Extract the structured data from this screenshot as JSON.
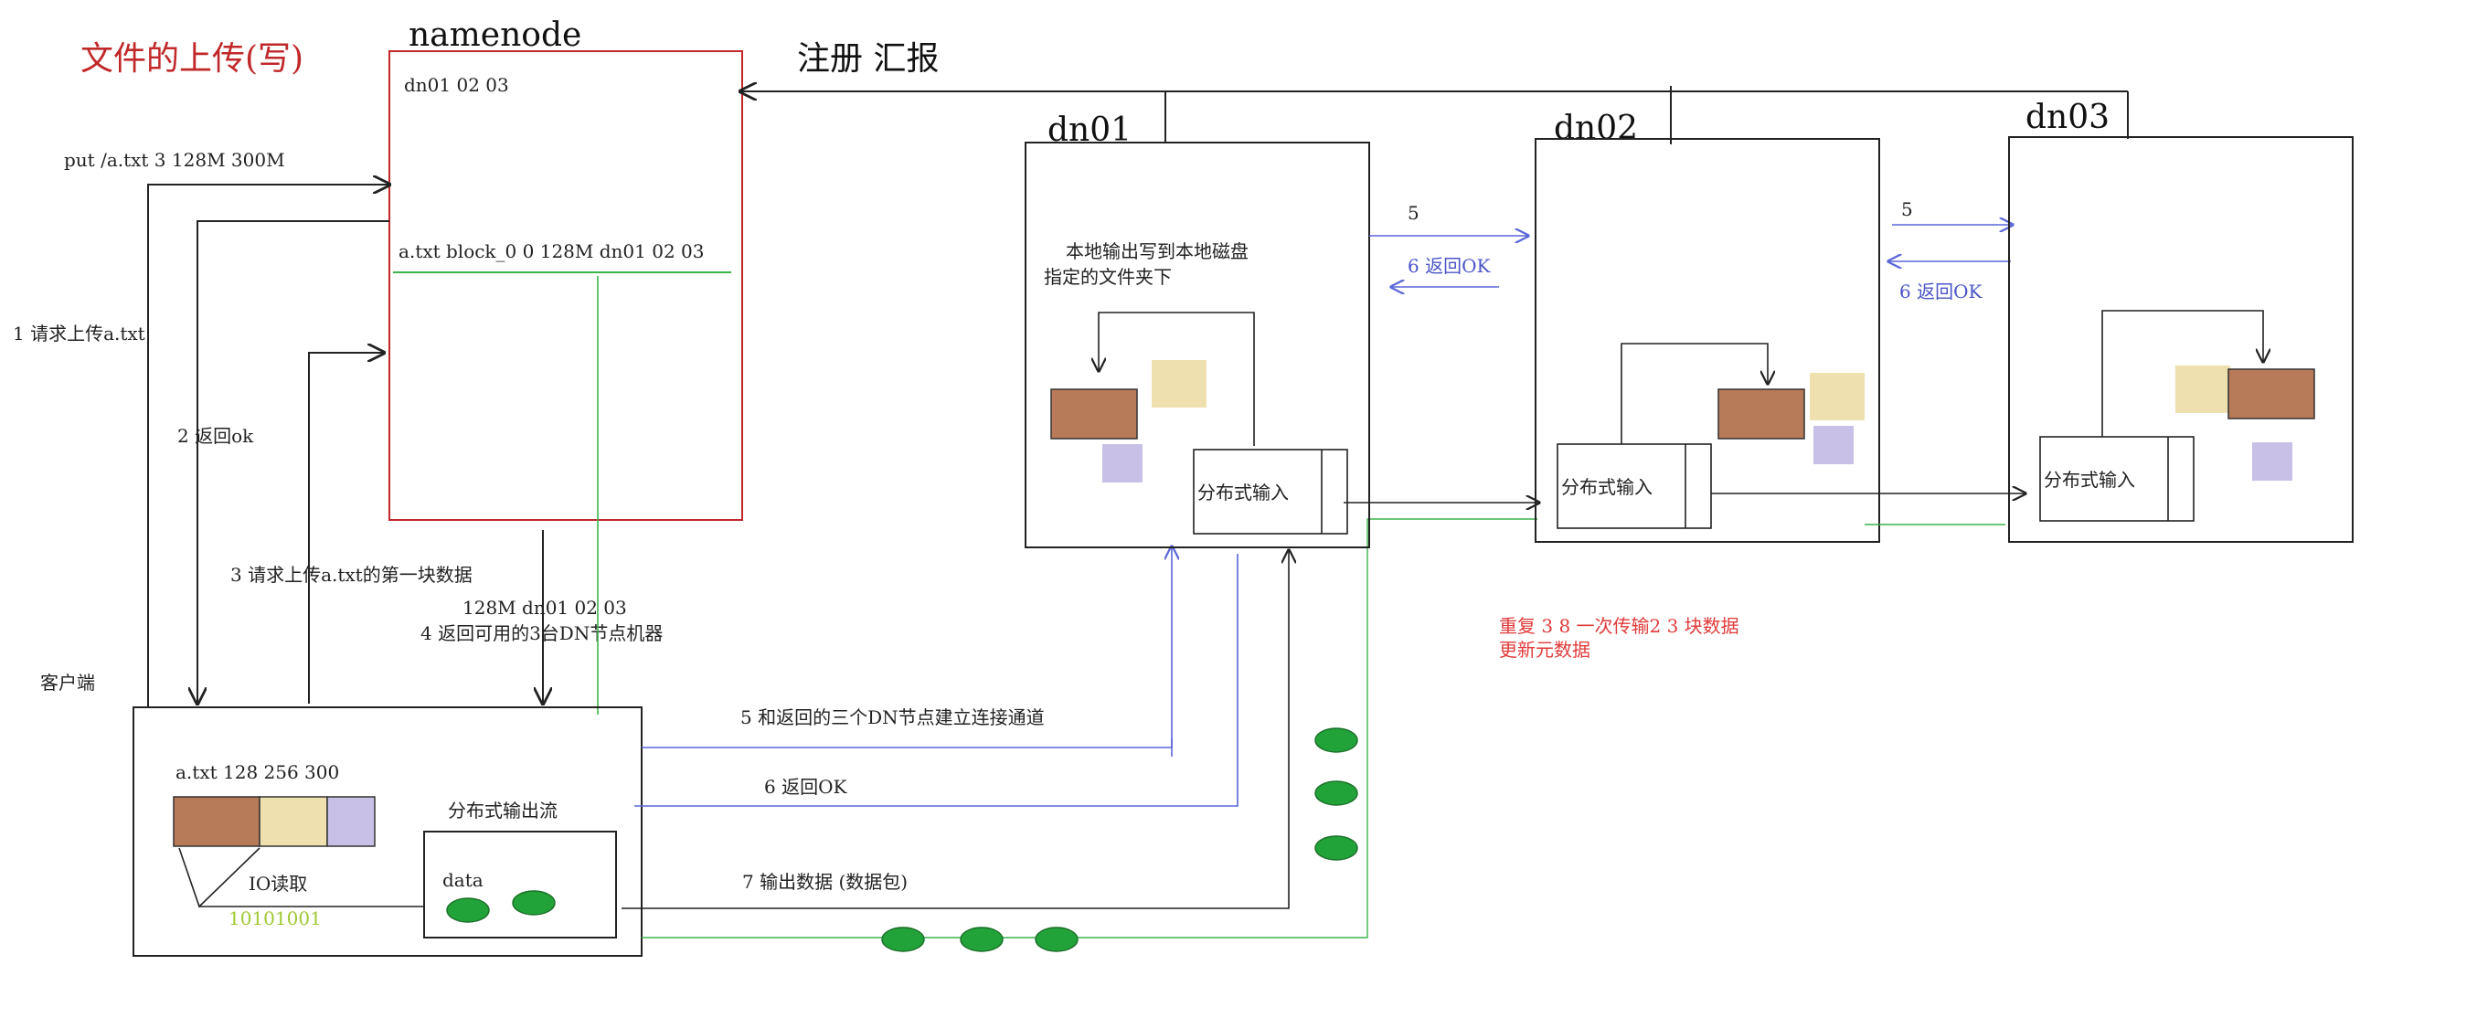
{
  "title": "文件的上传(写)",
  "namenode": {
    "name": "namenode",
    "line1": "dn01 02 03",
    "line2": "a.txt block_0 0 128M dn01 02 03"
  },
  "register_label": "注册 汇报",
  "datanodes": [
    {
      "name": "dn01",
      "desc_line1": "本地输出写到本地磁盘",
      "desc_line2": "指定的文件夹下",
      "input_label": "分布式输入"
    },
    {
      "name": "dn02",
      "input_label": "分布式输入"
    },
    {
      "name": "dn03",
      "input_label": "分布式输入"
    }
  ],
  "client": {
    "side_label": "客户端",
    "file_line": "a.txt  128      256  300",
    "io_label": "IO读取",
    "binary": "10101001",
    "stream_label": "分布式输出流",
    "data_label": "data"
  },
  "steps": {
    "put_cmd": "put /a.txt   3   128M   300M",
    "s1": "1 请求上传a.txt",
    "s2": "2 返回ok",
    "s3": "3 请求上传a.txt的第一块数据",
    "s4a": "128M dn01 02 03",
    "s4b": "4 返回可用的3台DN节点机器",
    "s5": "5 和返回的三个DN节点建立连接通道",
    "s6": "6 返回OK",
    "s7": "7 输出数据 (数据包)",
    "pipe_5a": "5",
    "pipe_6a": "6 返回OK",
    "pipe_5b": "5",
    "pipe_6b": "6 返回OK"
  },
  "repeat_note": {
    "line1": "重复 3   8 一次传输2 3 块数据",
    "line2": "更新元数据"
  },
  "colors": {
    "title": "#c0282a",
    "namenode_border": "#c0282a",
    "arrow_blue": "#5a66d8",
    "line_green": "#3cb44b",
    "block_brown": "#b87b5a",
    "block_cream": "#efe0b0",
    "block_lavender": "#c8c0e6",
    "packet_green": "#22a33a",
    "note_red": "#e03a3a"
  }
}
